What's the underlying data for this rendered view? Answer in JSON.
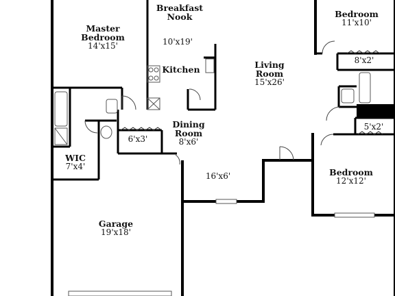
{
  "rooms": {
    "breakfast_nook": {
      "name_line1": "Breakfast",
      "name_line2": "Nook"
    },
    "master_bedroom": {
      "name_line1": "Master",
      "name_line2": "Bedroom",
      "dims": "14'x15'"
    },
    "bedroom_top": {
      "name": "Bedroom",
      "dims": "11'x10'"
    },
    "kitchen": {
      "name": "Kitchen",
      "dims": "10'x19'"
    },
    "living_room": {
      "name_line1": "Living",
      "name_line2": "Room",
      "dims": "15'x26'"
    },
    "dining_room": {
      "name_line1": "Dining",
      "name_line2": "Room",
      "dims": "8'x6'"
    },
    "closet_top": {
      "dims": "8'x2'"
    },
    "closet_small": {
      "dims": "5'x2'"
    },
    "pantry": {
      "dims": "6'x3'"
    },
    "wic": {
      "name": "WIC",
      "dims": "7'x4'"
    },
    "hall": {
      "dims": "16'x6'"
    },
    "bedroom_bottom": {
      "name": "Bedroom",
      "dims": "12'x12'"
    },
    "garage": {
      "name": "Garage",
      "dims": "19'x18'"
    }
  }
}
